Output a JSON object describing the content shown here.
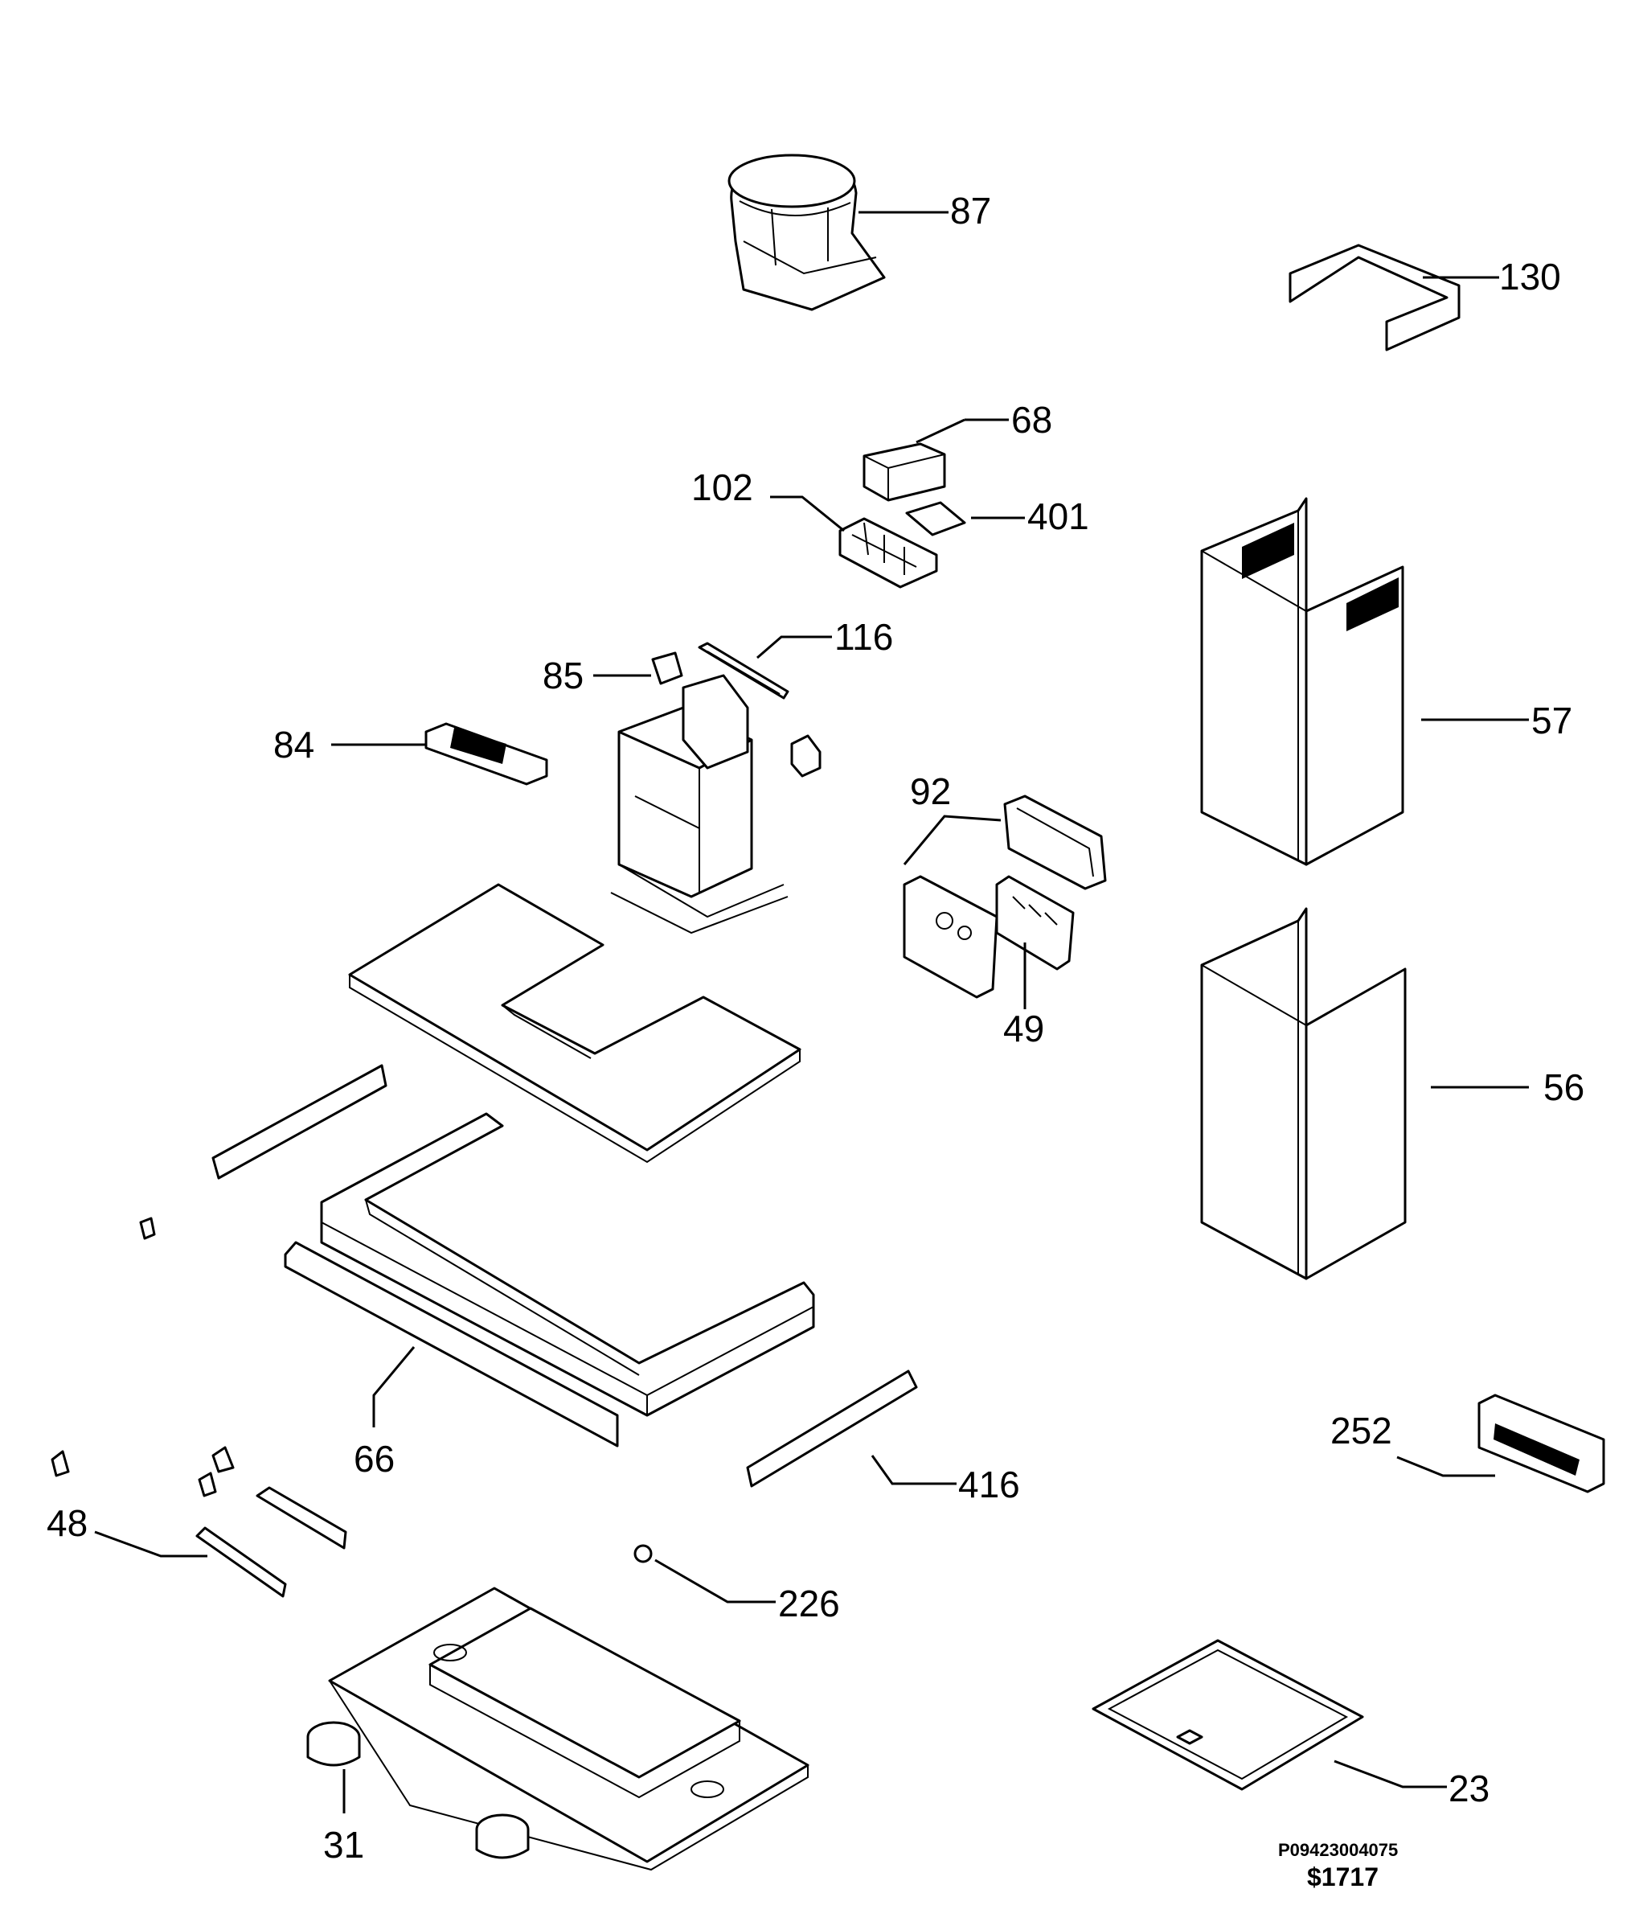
{
  "labels": {
    "l87": "87",
    "l130": "130",
    "l68": "68",
    "l102": "102",
    "l401": "401",
    "l116": "116",
    "l85": "85",
    "l84": "84",
    "l57": "57",
    "l92": "92",
    "l49": "49",
    "l56": "56",
    "l66": "66",
    "l416": "416",
    "l252": "252",
    "l48": "48",
    "l226": "226",
    "l23": "23",
    "l31": "31"
  },
  "footer": {
    "reference": "P09423004075",
    "price": "$1717"
  }
}
